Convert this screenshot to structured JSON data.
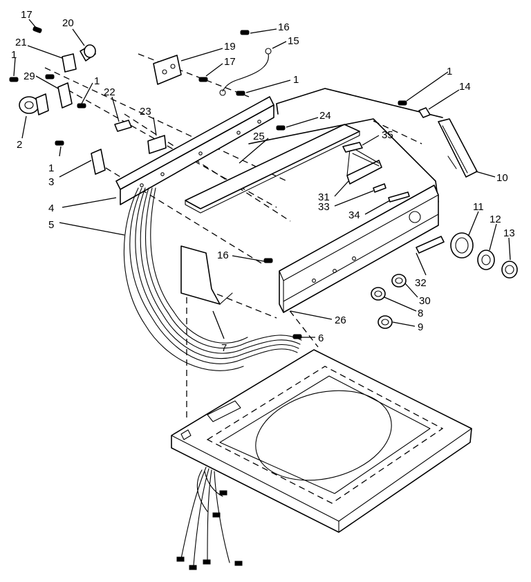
{
  "callouts": [
    {
      "id": "c17a",
      "text": "17"
    },
    {
      "id": "c20",
      "text": "20"
    },
    {
      "id": "c21",
      "text": "21"
    },
    {
      "id": "c1a",
      "text": "1"
    },
    {
      "id": "c29",
      "text": "29"
    },
    {
      "id": "c1b",
      "text": "1"
    },
    {
      "id": "c22",
      "text": "22"
    },
    {
      "id": "c2",
      "text": "2"
    },
    {
      "id": "c23",
      "text": "23"
    },
    {
      "id": "c16a",
      "text": "16"
    },
    {
      "id": "c15",
      "text": "15"
    },
    {
      "id": "c19",
      "text": "19"
    },
    {
      "id": "c17b",
      "text": "17"
    },
    {
      "id": "c1c",
      "text": "1"
    },
    {
      "id": "c24",
      "text": "24"
    },
    {
      "id": "c25",
      "text": "25"
    },
    {
      "id": "c1d",
      "text": "1"
    },
    {
      "id": "c14",
      "text": "14"
    },
    {
      "id": "c10",
      "text": "10"
    },
    {
      "id": "c35",
      "text": "35"
    },
    {
      "id": "c31",
      "text": "31"
    },
    {
      "id": "c33",
      "text": "33"
    },
    {
      "id": "c34",
      "text": "34"
    },
    {
      "id": "c11",
      "text": "11"
    },
    {
      "id": "c12",
      "text": "12"
    },
    {
      "id": "c13",
      "text": "13"
    },
    {
      "id": "c1e",
      "text": "1"
    },
    {
      "id": "c3",
      "text": "3"
    },
    {
      "id": "c4",
      "text": "4"
    },
    {
      "id": "c5",
      "text": "5"
    },
    {
      "id": "c16b",
      "text": "16"
    },
    {
      "id": "c32",
      "text": "32"
    },
    {
      "id": "c30",
      "text": "30"
    },
    {
      "id": "c8",
      "text": "8"
    },
    {
      "id": "c9",
      "text": "9"
    },
    {
      "id": "c26",
      "text": "26"
    },
    {
      "id": "c6",
      "text": "6"
    },
    {
      "id": "c7",
      "text": "7"
    }
  ]
}
